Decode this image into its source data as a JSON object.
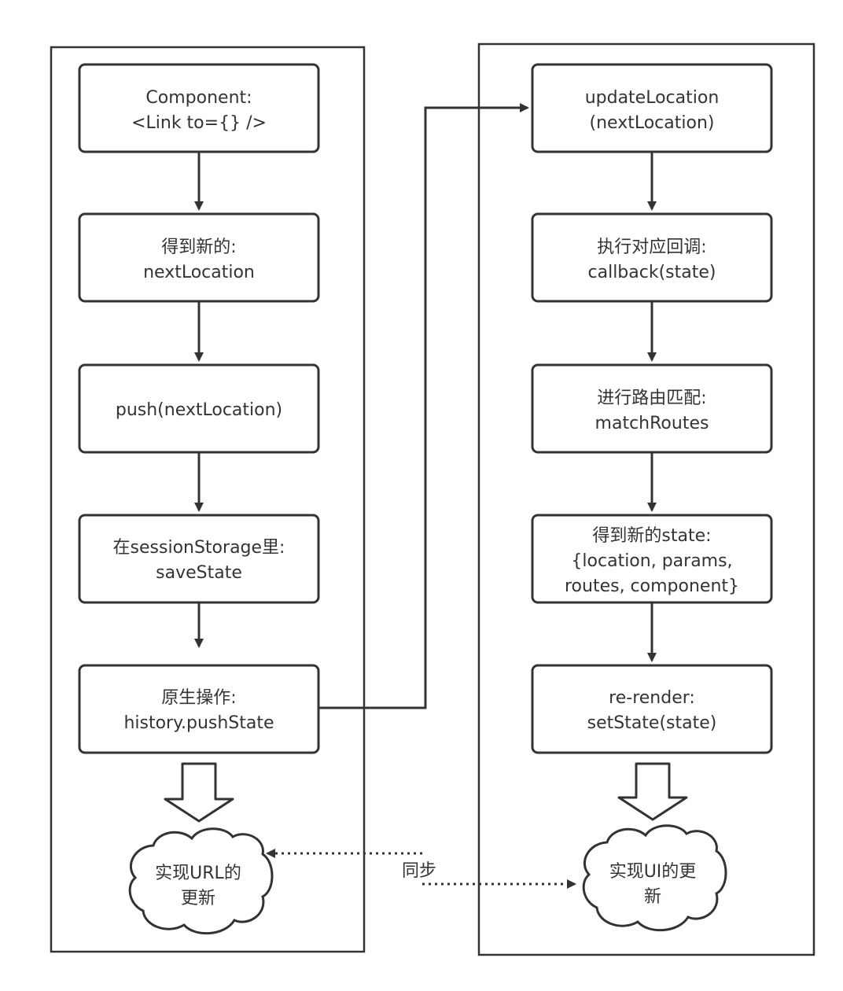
{
  "left_column": {
    "boxes": [
      {
        "lines": [
          "Component:",
          "<Link to={} />"
        ]
      },
      {
        "lines": [
          "得到新的:",
          "nextLocation"
        ]
      },
      {
        "lines": [
          "push(nextLocation)"
        ]
      },
      {
        "lines": [
          "在sessionStorage里:",
          "saveState"
        ]
      },
      {
        "lines": [
          "原生操作:",
          "history.pushState"
        ]
      }
    ],
    "cloud": {
      "lines": [
        "实现URL的",
        "更新"
      ]
    }
  },
  "right_column": {
    "boxes": [
      {
        "lines": [
          "updateLocation",
          "(nextLocation)"
        ]
      },
      {
        "lines": [
          "执行对应回调:",
          "callback(state)"
        ]
      },
      {
        "lines": [
          "进行路由匹配:",
          "matchRoutes"
        ]
      },
      {
        "lines": [
          "得到新的state:",
          "{location, params,",
          "routes, component}"
        ]
      },
      {
        "lines": [
          "re-render:",
          "setState(state)"
        ]
      }
    ],
    "cloud": {
      "lines": [
        "实现UI的更",
        "新"
      ]
    }
  },
  "sync_label": "同步",
  "colors": {
    "stroke": "#333333",
    "box_fill": "#ffffff",
    "text": "#333333"
  }
}
